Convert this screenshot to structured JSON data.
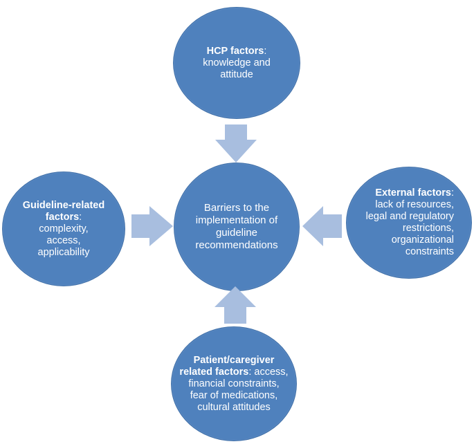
{
  "diagram": {
    "colors": {
      "circle_fill": "#4f81bd",
      "circle_border": "#3f6fa8",
      "arrow_fill": "#a8bedf",
      "text": "#ffffff"
    },
    "center": {
      "text": "Barriers to the implementation of guideline recommendations"
    },
    "top": {
      "bold": "HCP factors",
      "rest": ": knowledge and attitude"
    },
    "left": {
      "bold": "Guideline-related factors",
      "rest": ": complexity, access, applicability"
    },
    "right": {
      "bold": "External factors",
      "rest": ": lack of resources, legal and regulatory restrictions, organizational constraints"
    },
    "bottom": {
      "bold": "Patient/caregiver related factors",
      "rest": ": access, financial constraints, fear of medications, cultural attitudes"
    }
  }
}
